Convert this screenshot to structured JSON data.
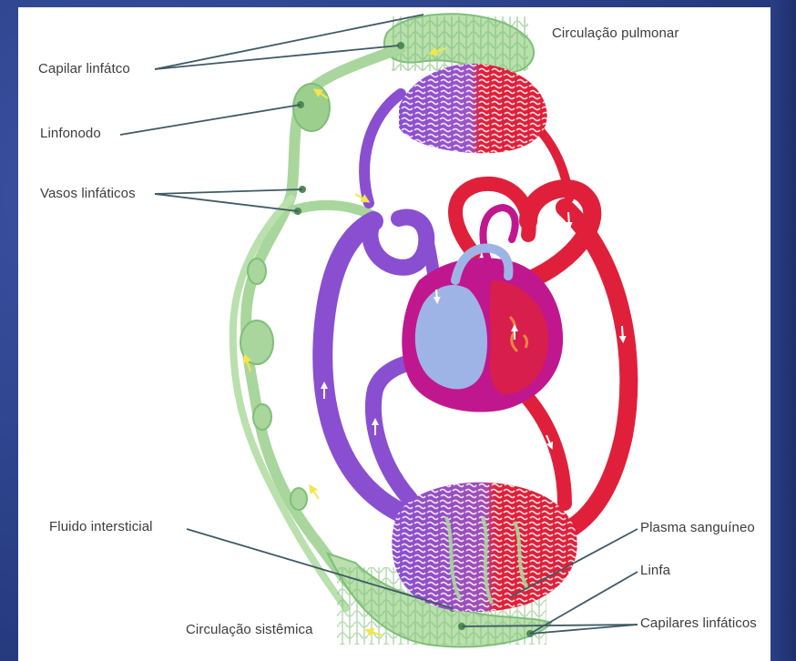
{
  "labels": {
    "capilar_linfatico": "Capilar linfátco",
    "linfonodo": "Linfonodo",
    "vasos_linfaticos": "Vasos linfáticos",
    "circulacao_pulmonar": "Circulação pulmonar",
    "fluido_intersticial": "Fluido intersticial",
    "circulacao_sistemica": "Circulação sistêmica",
    "plasma_sanguineo": "Plasma sanguíneo",
    "linfa": "Linfa",
    "capilares_linfaticos": "Capilares linfáticos"
  },
  "colors": {
    "venous": "#8a4fd0",
    "arterial": "#e0203a",
    "lymph": "#a8d69c",
    "lymph_dark": "#7fbf78",
    "heart_right": "#9fb4e6",
    "heart_left": "#d81e4c",
    "heart_wall": "#c0178f",
    "arrow_yellow": "#f2e64a",
    "leader": "#3f5a66"
  },
  "icons": {
    "flow_arrow": "white-arrow-icon",
    "lymph_flow_arrow": "yellow-arrow-icon"
  }
}
